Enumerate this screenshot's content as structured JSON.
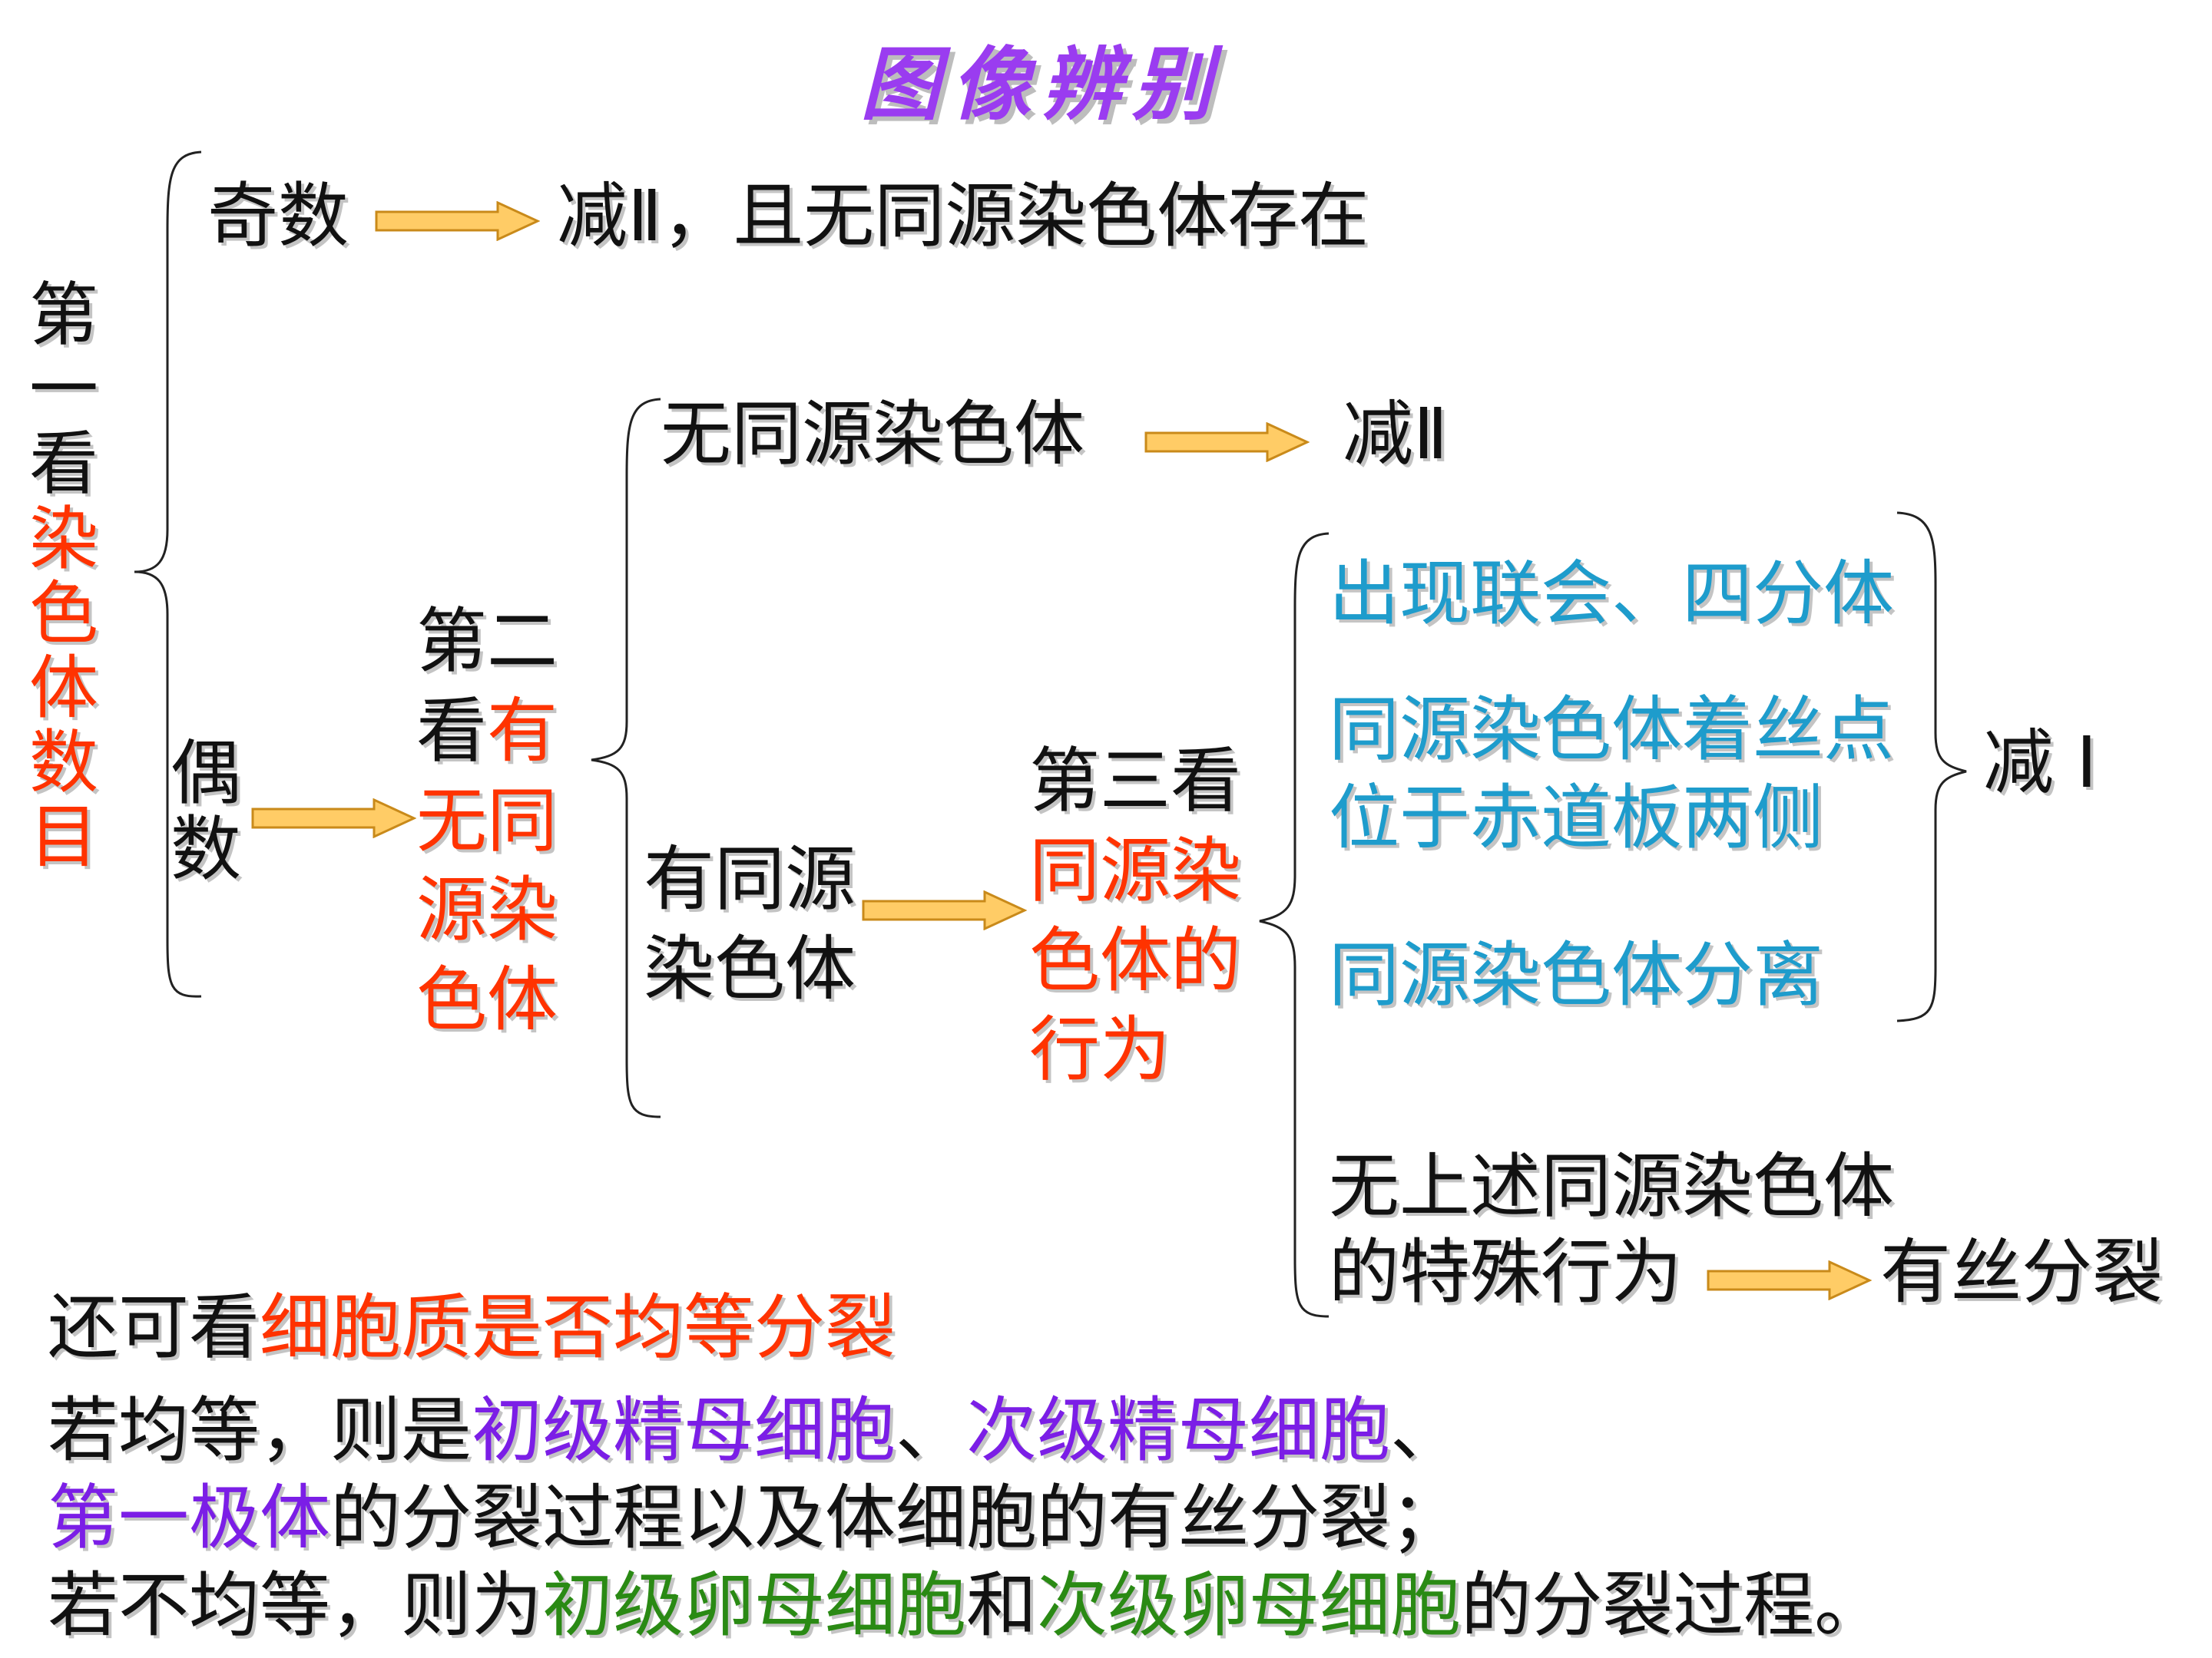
{
  "title": "图像辨别",
  "colors": {
    "black": "#111111",
    "red": "#ff3300",
    "blue": "#1e9ccc",
    "purple": "#7b1ee6",
    "green": "#2a8a14",
    "title": "#9a3cf0",
    "arrow_fill": "#ffcc66",
    "arrow_stroke": "#c98a1a"
  },
  "first_look": {
    "prefix": "第一看",
    "highlight": "染色体数目"
  },
  "odd": {
    "label": "奇数",
    "result": "减Ⅱ，且无同源染色体存在"
  },
  "even": {
    "label": "偶数"
  },
  "second_look": {
    "prefix": "第二看",
    "highlight": "有无同源染色体"
  },
  "no_homolog": {
    "label": "无同源染色体",
    "result": "减Ⅱ"
  },
  "has_homolog": {
    "label": "有同源染色体"
  },
  "third_look": {
    "prefix": "第三看",
    "highlight": "同源染色体的行为"
  },
  "behaviors": {
    "item1": "出现联会、四分体",
    "item2_line1": "同源染色体着丝点",
    "item2_line2": "位于赤道板两侧",
    "item3": "同源染色体分离",
    "result": "减 Ⅰ"
  },
  "none_behavior": {
    "line1": "无上述同源染色体",
    "line2": "的特殊行为",
    "result": "有丝分裂"
  },
  "notes": {
    "line1_a": "还可看",
    "line1_b": "细胞质是否均等分裂",
    "line2_a": "若均等，则是",
    "line2_b": "初级精母细胞",
    "line2_c": "、",
    "line2_d": "次级精母细胞",
    "line2_e": "、",
    "line3_a": "第一极体",
    "line3_b": "的分裂过程以及体细胞的有丝分裂；",
    "line4_a": "若不均等，则为",
    "line4_b": "初级卵母细胞",
    "line4_c": "和",
    "line4_d": "次级卵母细胞",
    "line4_e": "的分裂过程。"
  }
}
